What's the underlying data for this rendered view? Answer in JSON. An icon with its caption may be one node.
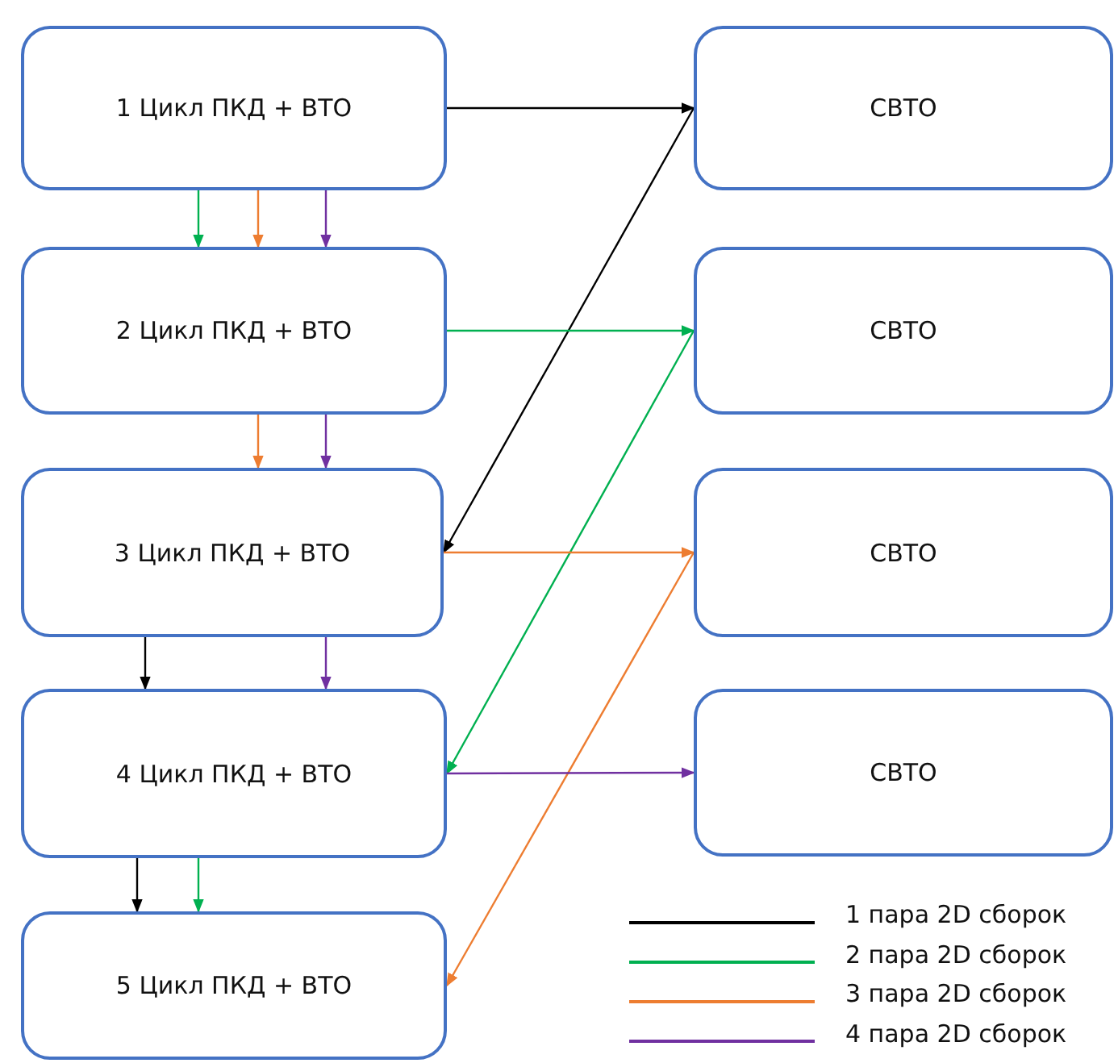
{
  "diagram": {
    "nodes": [
      {
        "text": [
          "1 Цикл ПКД + ВТО"
        ]
      },
      {
        "text": [
          "2 Цикл ПКД + ВТО"
        ]
      },
      {
        "text": [
          "3 Цикл ПКД + ВТО"
        ]
      },
      {
        "text": [
          "4 Цикл ПКД + ВТО"
        ]
      },
      {
        "text": [
          "5 Цикл ПКД + ВТО"
        ]
      },
      {
        "text": [
          "СВТО"
        ]
      },
      {
        "text": [
          "СВТО"
        ]
      },
      {
        "text": [
          "СВТО"
        ]
      },
      {
        "text": [
          "СВТО"
        ]
      }
    ],
    "edges": [
      {
        "from": 0,
        "to": 5,
        "arrow": "to",
        "color": "#000000"
      },
      {
        "from": 5,
        "to": 2,
        "arrow": "to",
        "color": "#000000"
      },
      {
        "from": 2,
        "to": 3,
        "arrow": "to",
        "color": "#000000"
      },
      {
        "from": 3,
        "to": 4,
        "arrow": "to",
        "color": "#000000"
      },
      {
        "from": 0,
        "to": 1,
        "arrow": "to",
        "color": "#00b050"
      },
      {
        "from": 1,
        "to": 6,
        "arrow": "to",
        "color": "#00b050"
      },
      {
        "from": 6,
        "to": 3,
        "arrow": "to",
        "color": "#00b050"
      },
      {
        "from": 3,
        "to": 4,
        "arrow": "to",
        "color": "#00b050"
      },
      {
        "from": 0,
        "to": 1,
        "arrow": "to",
        "color": "#ed7d31"
      },
      {
        "from": 1,
        "to": 2,
        "arrow": "to",
        "color": "#ed7d31"
      },
      {
        "from": 2,
        "to": 7,
        "arrow": "to",
        "color": "#ed7d31"
      },
      {
        "from": 7,
        "to": 4,
        "arrow": "to",
        "color": "#ed7d31"
      },
      {
        "from": 0,
        "to": 1,
        "arrow": "to",
        "color": "#7030a0"
      },
      {
        "from": 1,
        "to": 2,
        "arrow": "to",
        "color": "#7030a0"
      },
      {
        "from": 2,
        "to": 3,
        "arrow": "to",
        "color": "#7030a0"
      },
      {
        "from": 3,
        "to": 8,
        "arrow": "to",
        "color": "#7030a0"
      }
    ],
    "legend": [
      {
        "text": "1 пара 2D сборок",
        "color": "#000000"
      },
      {
        "text": "2 пара 2D сборок",
        "color": "#00b050"
      },
      {
        "text": "3 пара 2D сборок",
        "color": "#ed7d31"
      },
      {
        "text": "4 пара 2D сборок",
        "color": "#7030a0"
      }
    ]
  }
}
